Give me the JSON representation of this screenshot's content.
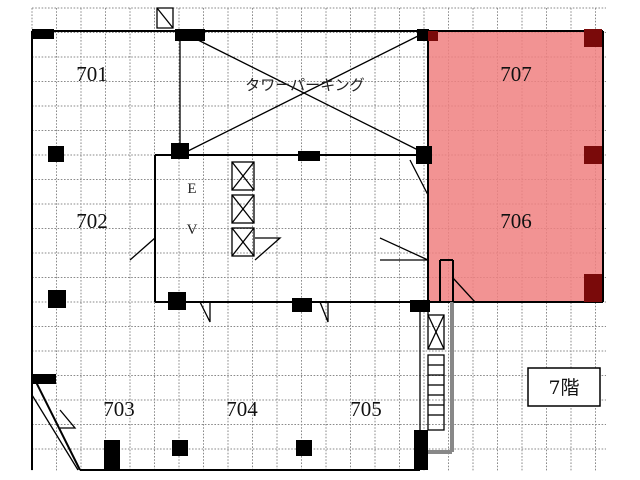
{
  "plan": {
    "highlight_color": "#f08080",
    "rooms": [
      {
        "id": "701",
        "label": "701"
      },
      {
        "id": "702",
        "label": "702"
      },
      {
        "id": "703",
        "label": "703"
      },
      {
        "id": "704",
        "label": "704"
      },
      {
        "id": "705",
        "label": "705"
      },
      {
        "id": "706",
        "label": "706",
        "highlighted": true
      },
      {
        "id": "707",
        "label": "707",
        "highlighted": true
      }
    ],
    "elevator": {
      "label_top": "E",
      "label_bottom": "V"
    },
    "tower_parking_label": "タワーパーキング",
    "floor_label": "7階"
  }
}
